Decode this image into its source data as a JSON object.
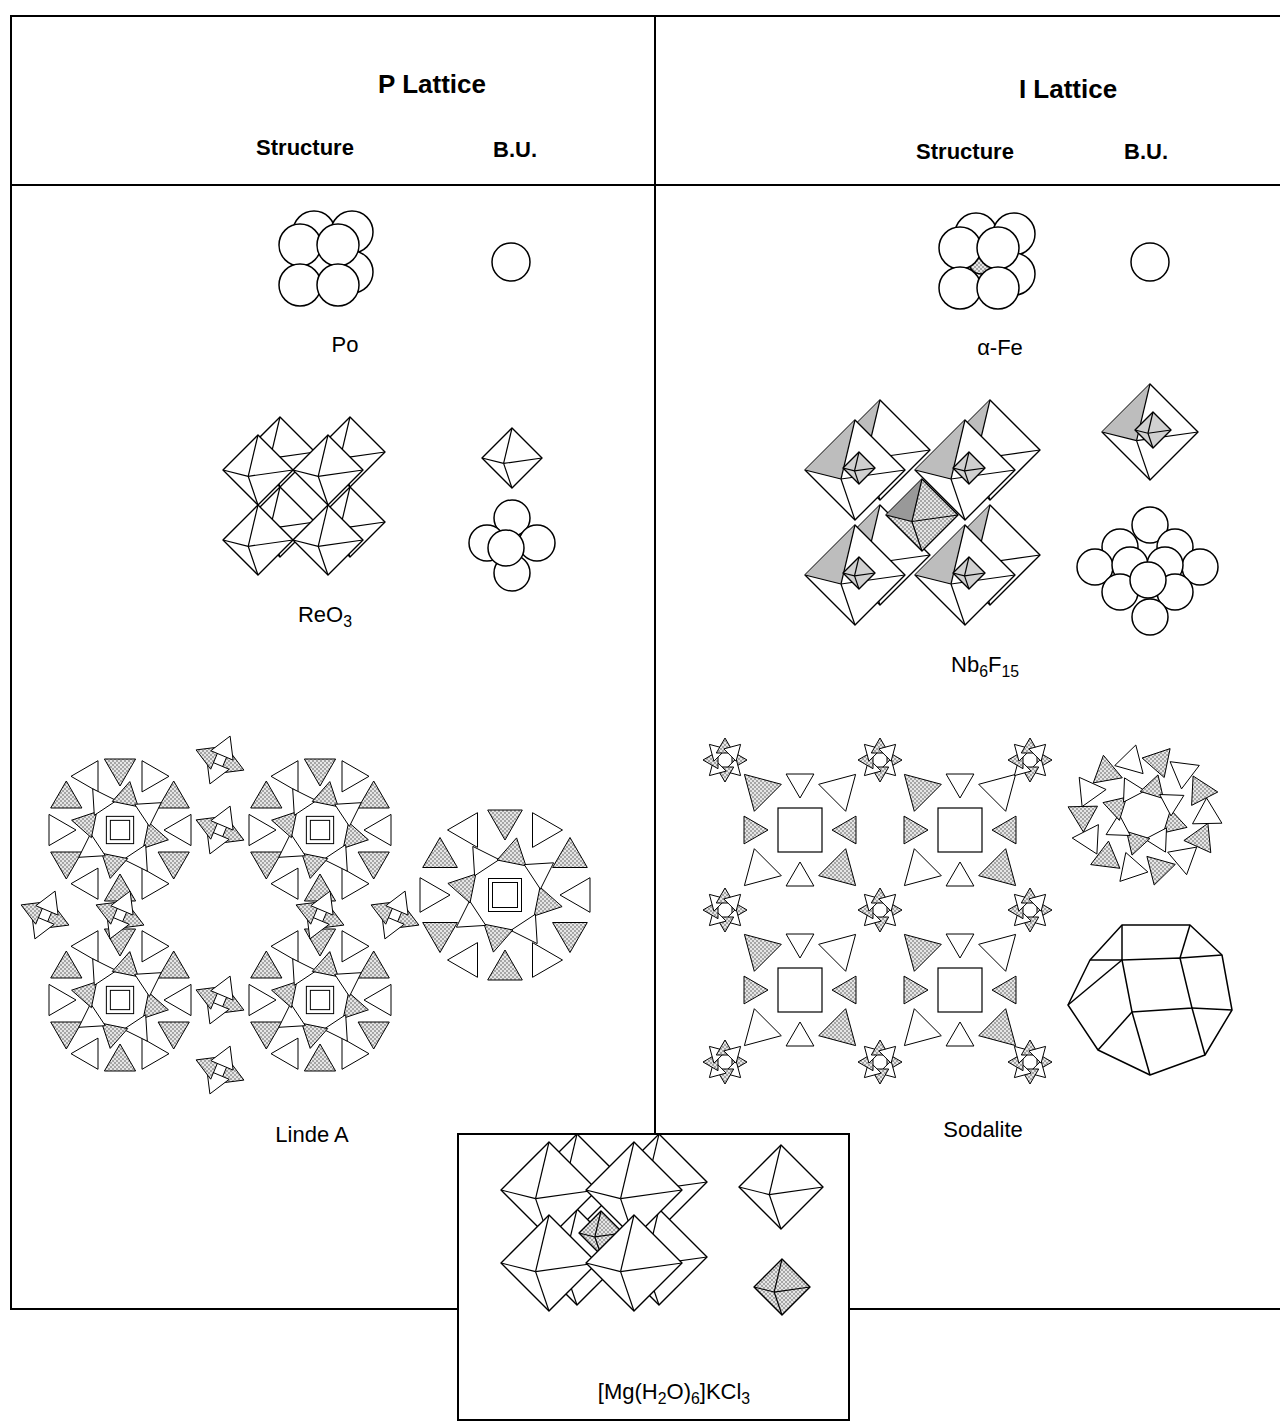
{
  "diagram": {
    "nodes": [
      {
        "text": [
          "P Lattice"
        ]
      },
      {
        "text": [
          "I Lattice"
        ]
      },
      {
        "text": [
          "[Mg(H2O)6]KCl3"
        ]
      }
    ],
    "labels": [
      "Structure",
      "B.U.",
      "Structure",
      "B.U.",
      "Po",
      "ReO3",
      "α-Fe",
      "Nb6F15",
      "Linde A",
      "Sodalite"
    ]
  }
}
